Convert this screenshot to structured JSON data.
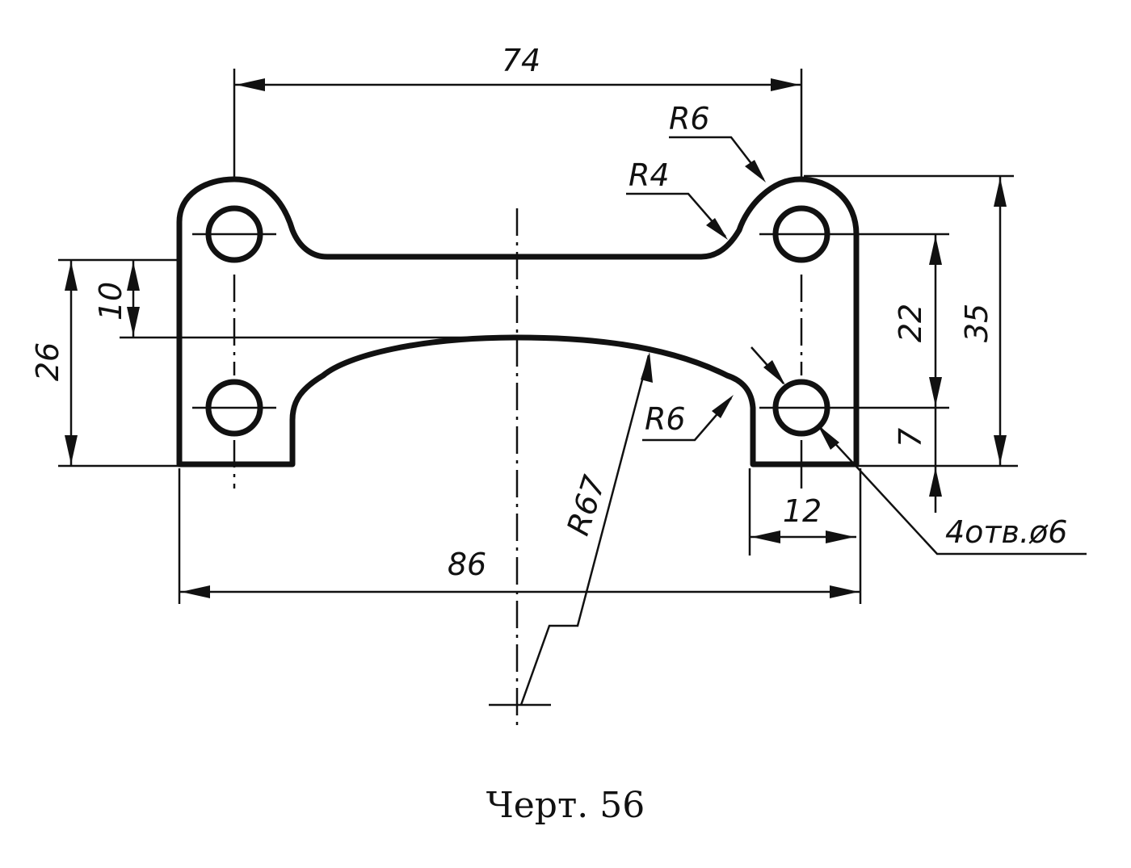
{
  "dimensions": {
    "top_width": "74",
    "bottom_width": "86",
    "left_height": "26",
    "left_offset": "10",
    "right_holes_spacing": "22",
    "right_height": "35",
    "right_bottom_offset": "7",
    "foot_width": "12",
    "radius_top_lobe": "R6",
    "radius_neck": "R4",
    "radius_arc": "R67",
    "radius_bottom": "R6",
    "holes_note": "4отв.ø6"
  },
  "caption": "Черт. 56"
}
